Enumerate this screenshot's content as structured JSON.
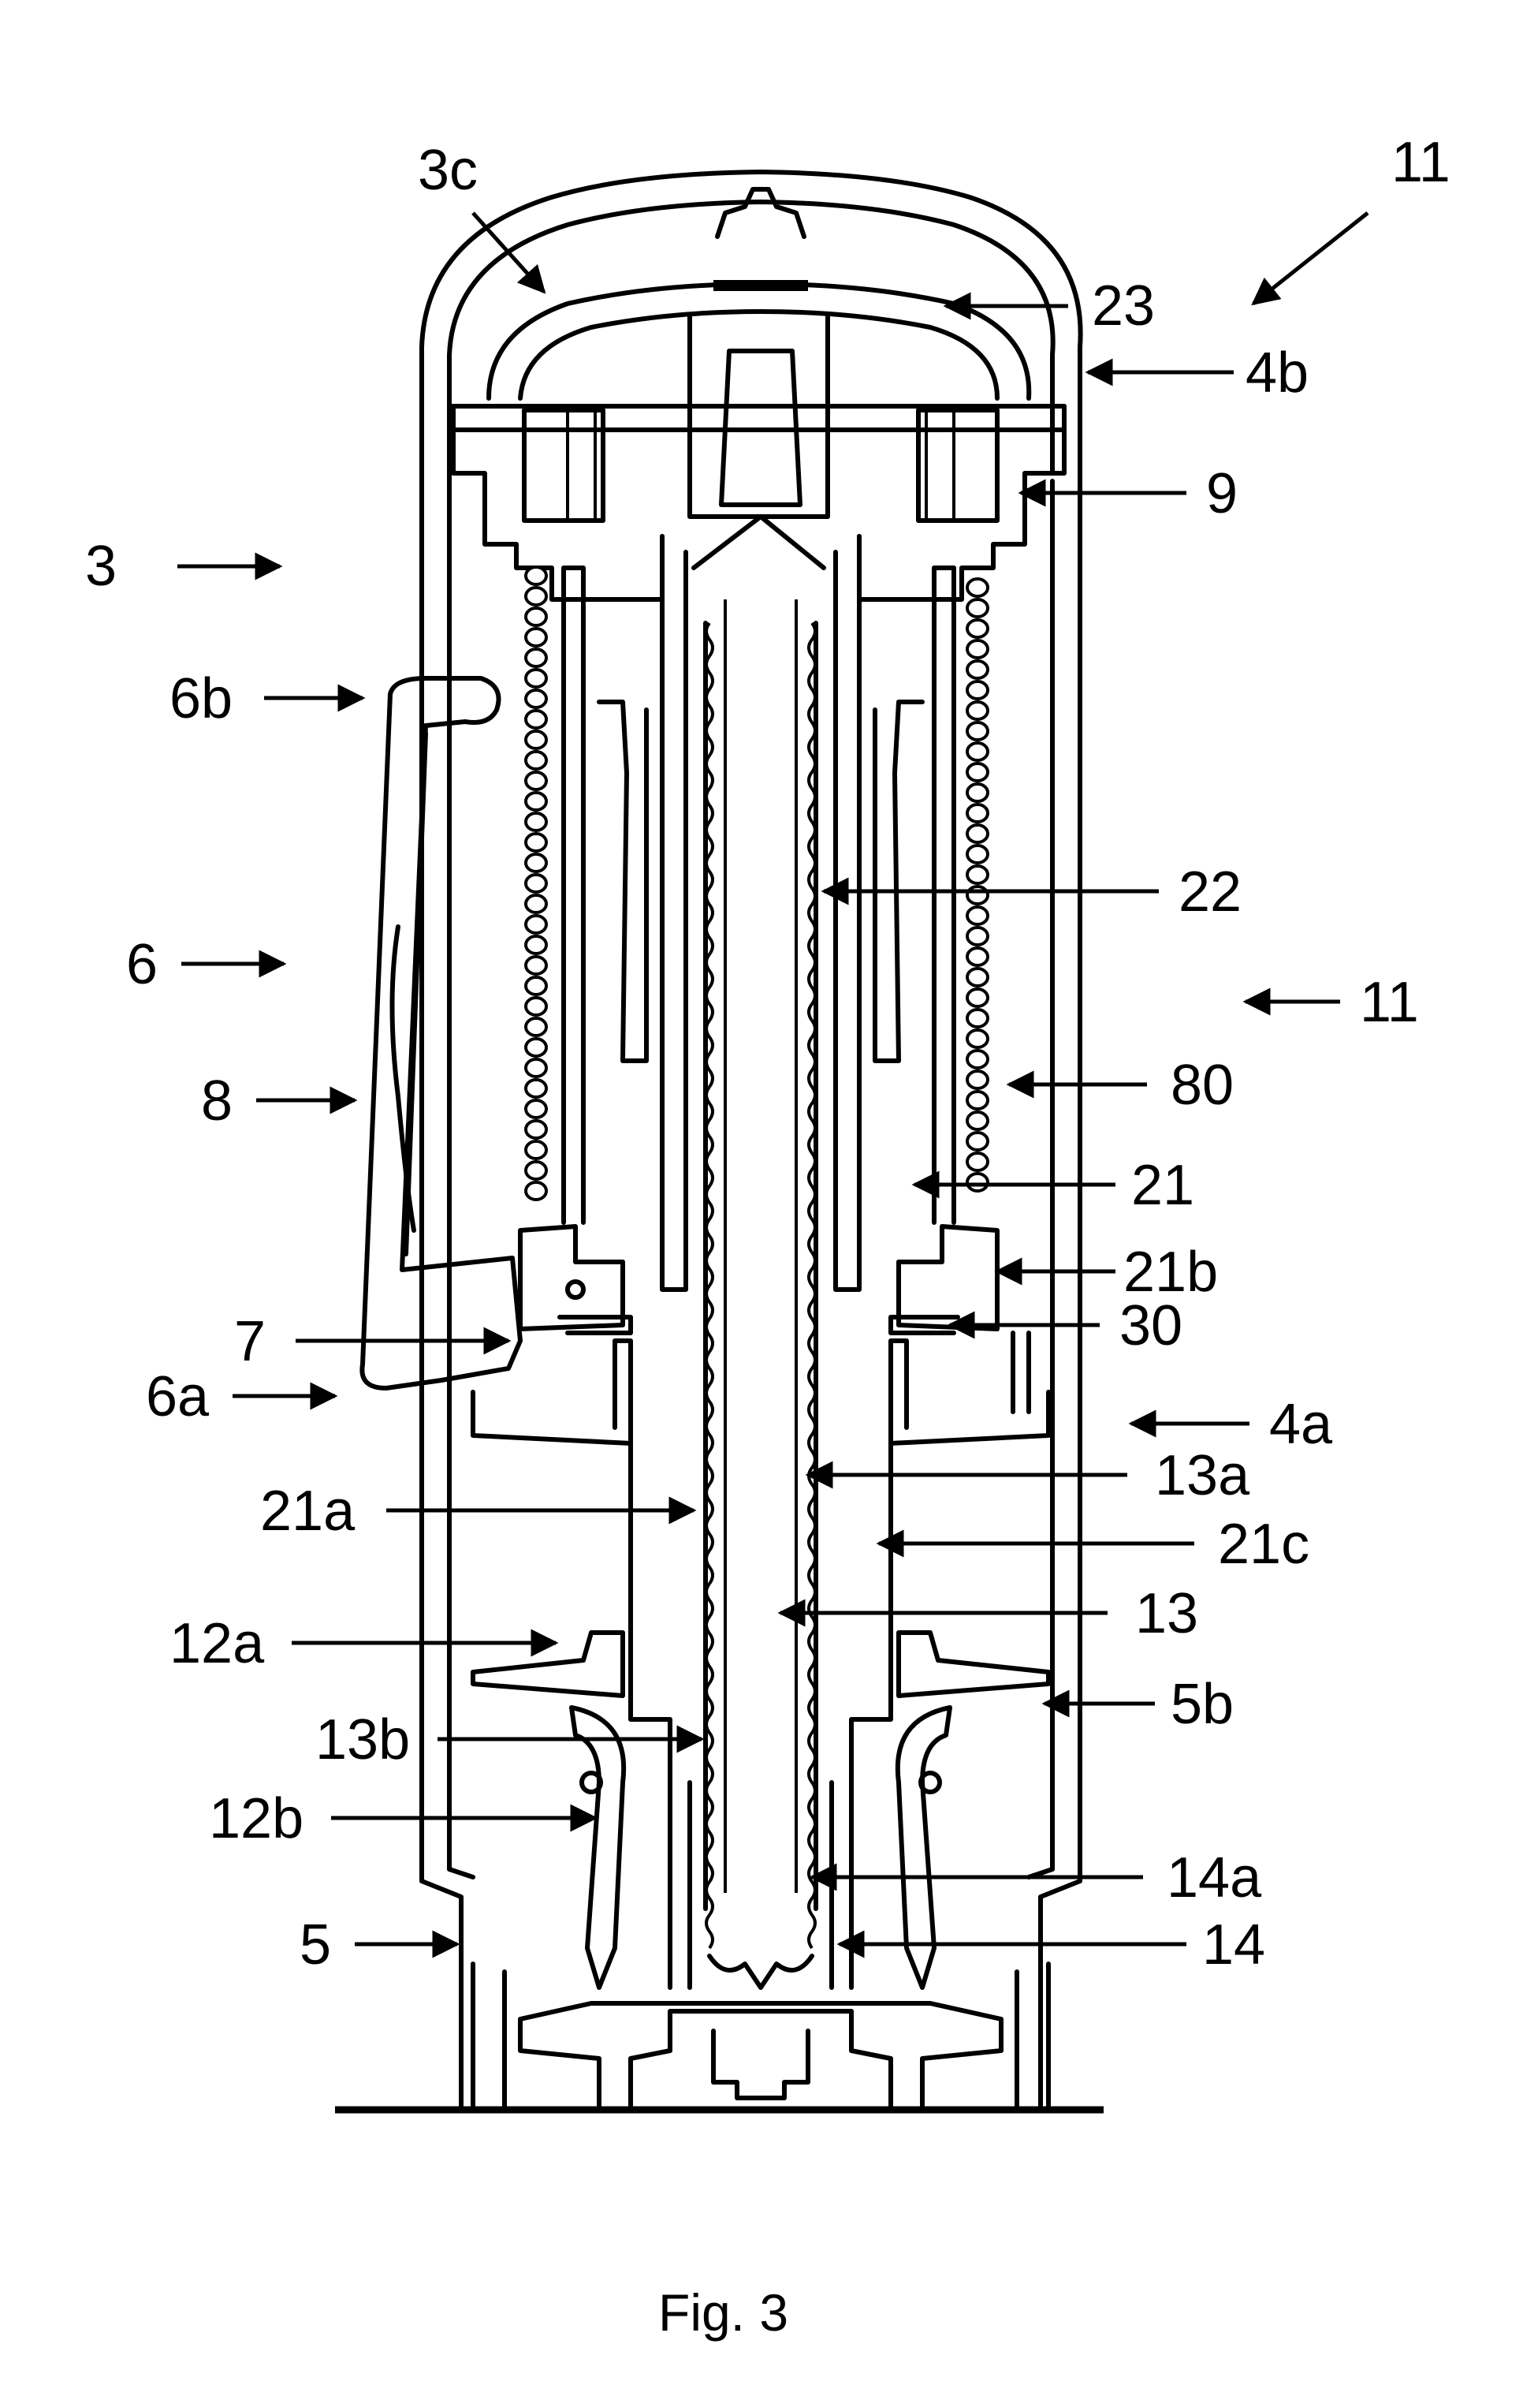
{
  "figure": {
    "caption": "Fig. 3"
  },
  "labels": {
    "l_3c": "3c",
    "l_11_top": "11",
    "l_23": "23",
    "l_4b": "4b",
    "l_9": "9",
    "l_3": "3",
    "l_6b": "6b",
    "l_22": "22",
    "l_6": "6",
    "l_11_mid": "11",
    "l_8": "8",
    "l_80": "80",
    "l_21": "21",
    "l_21b": "21b",
    "l_7": "7",
    "l_30": "30",
    "l_6a": "6a",
    "l_4a": "4a",
    "l_13a": "13a",
    "l_21a": "21a",
    "l_21c": "21c",
    "l_12a": "12a",
    "l_13": "13",
    "l_5b": "5b",
    "l_13b": "13b",
    "l_12b": "12b",
    "l_14a": "14a",
    "l_5": "5",
    "l_14": "14"
  }
}
